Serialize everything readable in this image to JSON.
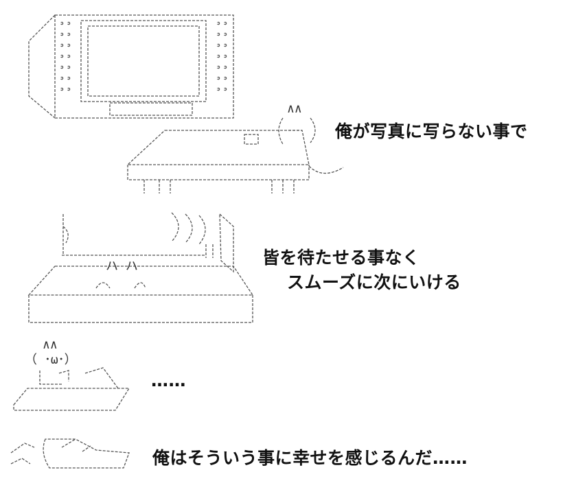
{
  "captions": {
    "line1": "俺が写真に写らない事で",
    "line2a": "皆を待たせる事なく",
    "line2b": "スムーズに次にいける",
    "line3": "……",
    "line4": "俺はそういう事に幸せを感じるんだ……"
  },
  "ascii_faces": {
    "ears_1": "ヘヘ",
    "ears_2": "ハ ハ",
    "ears_3": "∧∧",
    "face": "（ ･ω･）"
  }
}
